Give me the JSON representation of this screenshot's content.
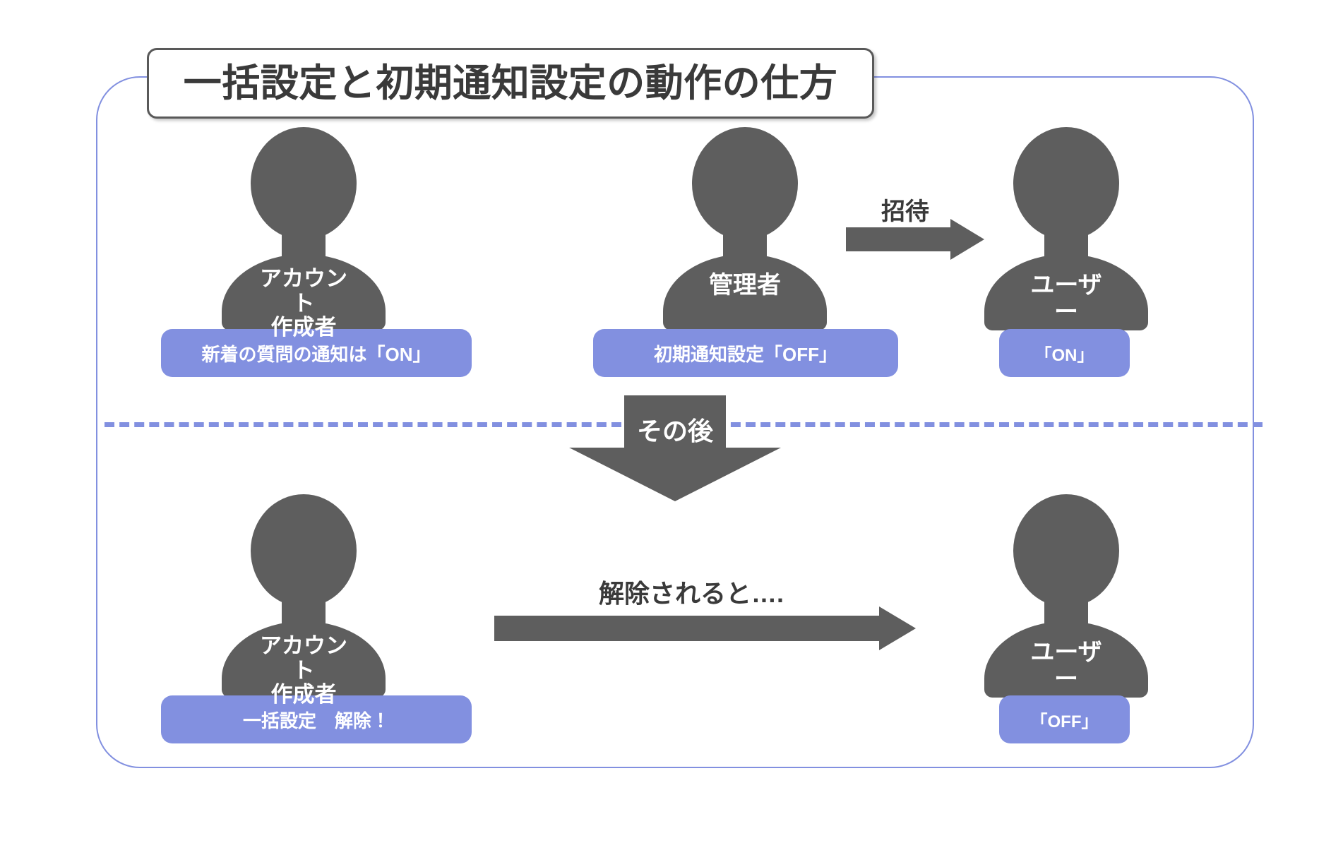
{
  "diagram": {
    "title": "一括設定と初期通知設定の動作の仕方",
    "colors": {
      "accent_purple": "#8290e0",
      "figure_gray": "#5e5e5e",
      "text_dark": "#3a3a3a",
      "background": "#ffffff"
    },
    "divider": {
      "style": "dashed",
      "color": "#8290e0"
    },
    "top_section": {
      "actors": [
        {
          "id": "account-creator-top",
          "label": "アカウント\n作成者",
          "badge": "新着の質問の通知は「ON」"
        },
        {
          "id": "admin",
          "label": "管理者",
          "badge": "初期通知設定「OFF」"
        },
        {
          "id": "user-top",
          "label": "ユーザー",
          "badge": "「ON」"
        }
      ],
      "arrow_caption": "招待"
    },
    "transition": {
      "label": "その後"
    },
    "bottom_section": {
      "actors": [
        {
          "id": "account-creator-bottom",
          "label": "アカウント\n作成者",
          "badge": "一括設定　解除！"
        },
        {
          "id": "user-bottom",
          "label": "ユーザー",
          "badge": "「OFF」"
        }
      ],
      "arrow_caption": "解除されると…."
    }
  }
}
